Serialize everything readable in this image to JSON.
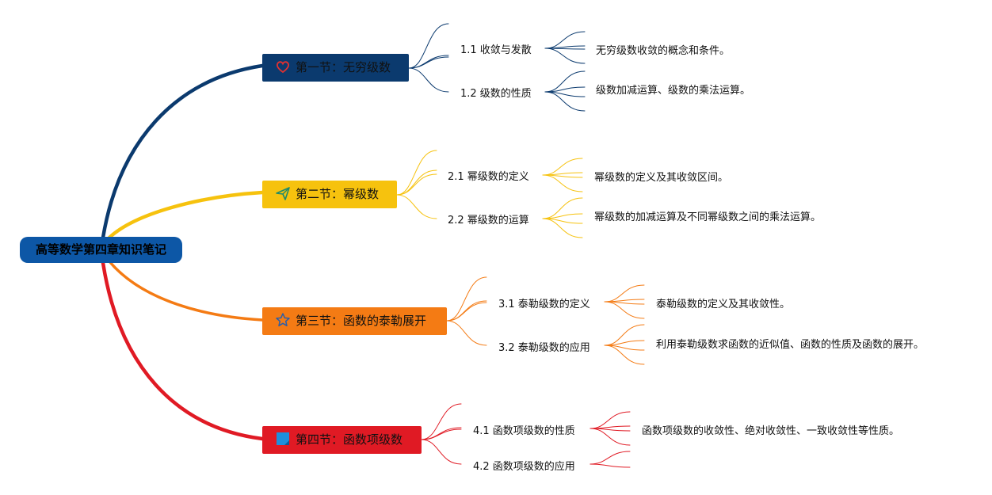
{
  "root": {
    "label": "高等数学第四章知识笔记",
    "color": "#0d57a6"
  },
  "sections": [
    {
      "label": "第一节：无穷级数",
      "color": "#0b3a6e",
      "icon": "heart-icon",
      "subs": [
        {
          "label": "1.1 收敛与发散",
          "details": [
            "无穷级数收敛的概念和条件。"
          ]
        },
        {
          "label": "1.2 级数的性质",
          "details": [
            "级数加减运算、级数的乘法运算。"
          ]
        }
      ]
    },
    {
      "label": "第二节：幂级数",
      "color": "#f6c20e",
      "icon": "send-icon",
      "subs": [
        {
          "label": "2.1 幂级数的定义",
          "details": [
            "幂级数的定义及其收敛区间。"
          ]
        },
        {
          "label": "2.2 幂级数的运算",
          "details": [
            "幂级数的加减运算及不同幂级数之间的乘法运算。"
          ]
        }
      ]
    },
    {
      "label": "第三节：函数的泰勒展开",
      "color": "#f47b14",
      "icon": "star-icon",
      "subs": [
        {
          "label": "3.1 泰勒级数的定义",
          "details": [
            "泰勒级数的定义及其收敛性。"
          ]
        },
        {
          "label": "3.2 泰勒级数的应用",
          "details": [
            "利用泰勒级数求函数的近似值、函数的性质及函数的展开。"
          ]
        }
      ]
    },
    {
      "label": "第四节：函数项级数",
      "color": "#e01a24",
      "icon": "flag-icon",
      "subs": [
        {
          "label": "4.1 函数项级数的性质",
          "details": [
            "函数项级数的收敛性、绝对收敛性、一致收敛性等性质。"
          ]
        },
        {
          "label": "4.2 函数项级数的应用",
          "details": []
        }
      ]
    }
  ]
}
